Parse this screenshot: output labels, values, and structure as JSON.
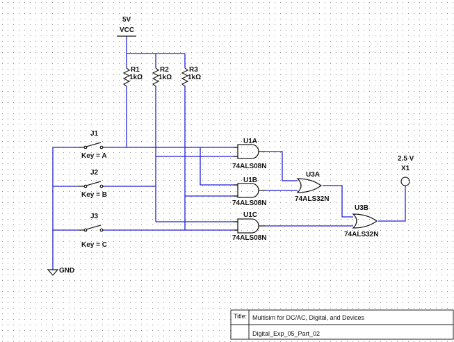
{
  "power": {
    "voltage": "5V",
    "net": "VCC"
  },
  "ground": {
    "label": "GND"
  },
  "resistors": [
    {
      "ref": "R1",
      "value": "1kΩ"
    },
    {
      "ref": "R2",
      "value": "1kΩ"
    },
    {
      "ref": "R3",
      "value": "1kΩ"
    }
  ],
  "switches": [
    {
      "ref": "J1",
      "key": "Key = A"
    },
    {
      "ref": "J2",
      "key": "Key = B"
    },
    {
      "ref": "J3",
      "key": "Key = C"
    }
  ],
  "gates": [
    {
      "ref": "U1A",
      "part": "74ALS08N",
      "type": "AND"
    },
    {
      "ref": "U1B",
      "part": "74ALS08N",
      "type": "AND"
    },
    {
      "ref": "U1C",
      "part": "74ALS08N",
      "type": "AND"
    },
    {
      "ref": "U3A",
      "part": "74ALS32N",
      "type": "OR"
    },
    {
      "ref": "U3B",
      "part": "74ALS32N",
      "type": "OR"
    }
  ],
  "probe": {
    "ref": "X1",
    "voltage": "2.5 V"
  },
  "title_block": {
    "title_label": "Title:",
    "title": "Multisim for DC/AC, Digital, and Devices",
    "subtitle": "Digital_Exp_05_Part_02"
  }
}
